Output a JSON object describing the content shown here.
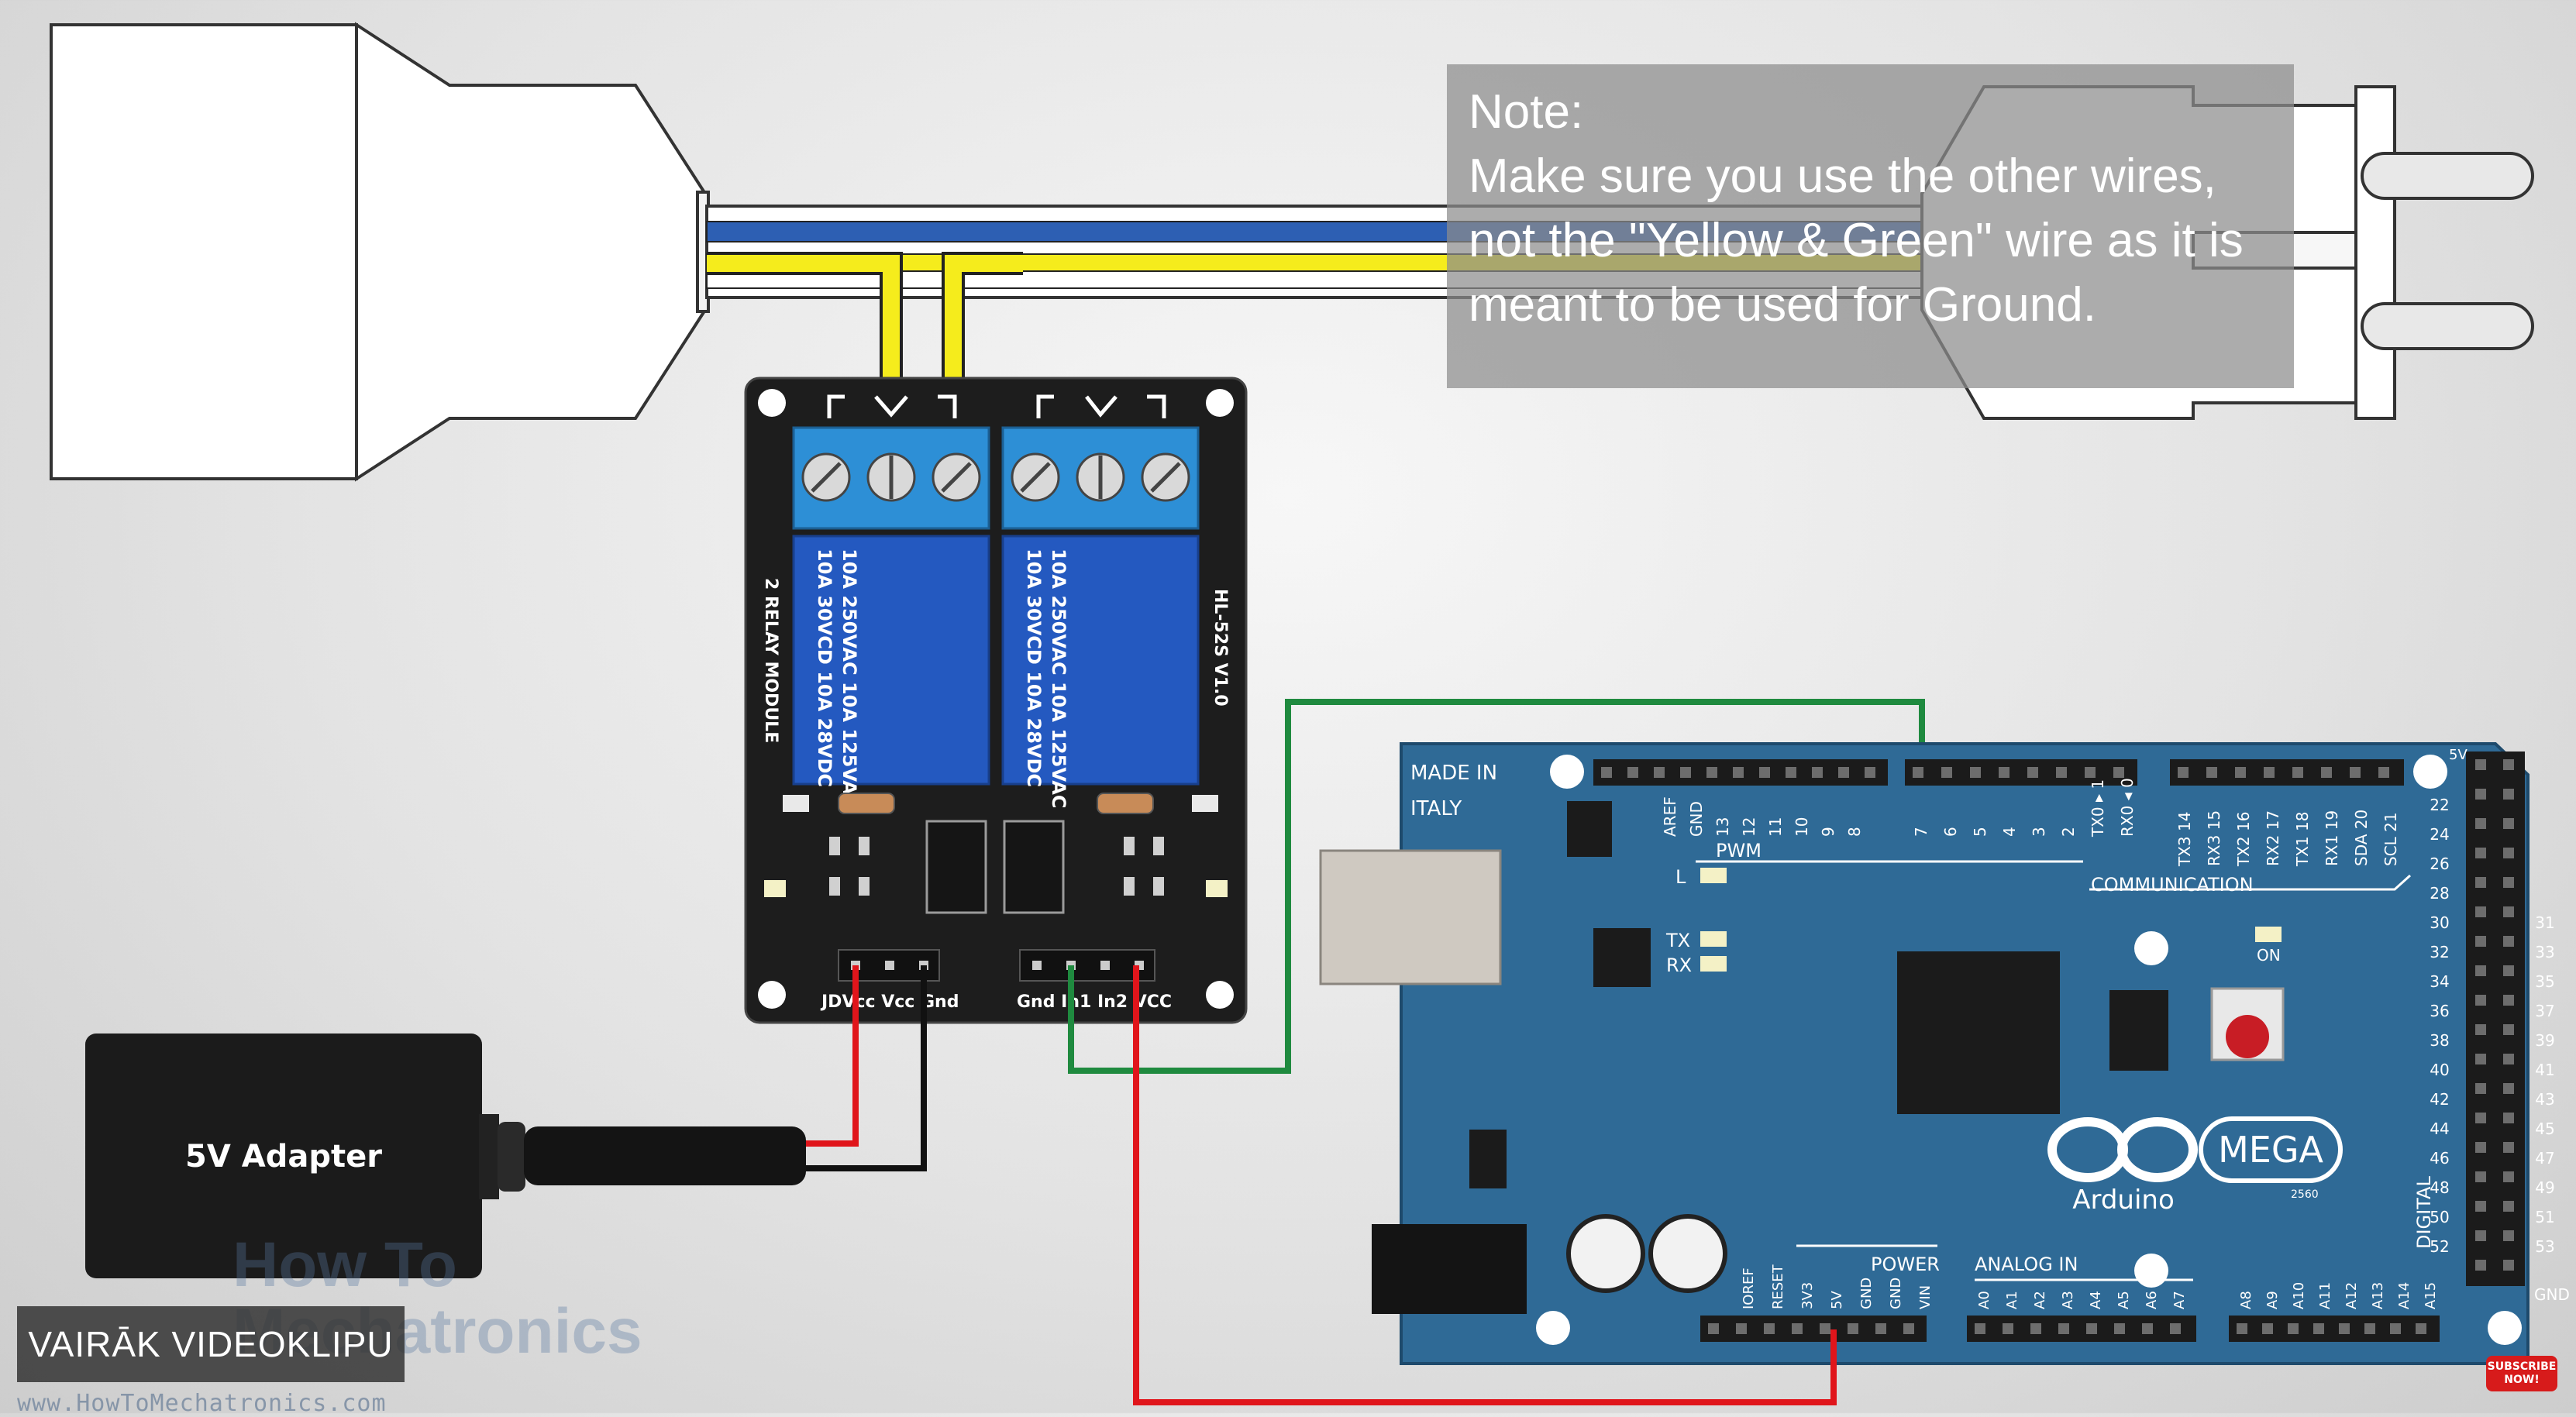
{
  "note": {
    "title": "Note:",
    "body": "Make sure you use the other wires, not the \"Yellow & Green\" wire as it is meant to be used for Ground."
  },
  "relay_module": {
    "side_label": "2 RELAY MODULE",
    "model": "HL-52S V1.0",
    "relay_rating_line1": "10A 250VAC  10A 125VAC",
    "relay_rating_line2": "10A  30VCD  10A  28VDC",
    "power_pins": "JDVcc Vcc Gnd",
    "signal_pins": "Gnd In1 In2 VCC"
  },
  "adapter": {
    "label": "5V Adapter"
  },
  "arduino": {
    "made_in": "MADE IN",
    "country": "ITALY",
    "pwm": "PWM",
    "communication": "COMMUNICATION",
    "power": "POWER",
    "analog_in": "ANALOG IN",
    "digital": "DIGITAL",
    "led_l": "L",
    "led_tx": "TX",
    "led_rx": "RX",
    "led_on": "ON",
    "brand": "Arduino",
    "model": "MEGA",
    "rev": "2560",
    "header_5v": "5V",
    "header_gnd": "GND",
    "top_pins_left": [
      "AREF",
      "GND",
      "13",
      "12",
      "11",
      "10",
      "9",
      "8"
    ],
    "top_pins_mid": [
      "7",
      "6",
      "5",
      "4",
      "3",
      "2",
      "TX0 ▸ 1",
      "RX0 ◂ 0"
    ],
    "top_pins_right": [
      "TX3 14",
      "RX3 15",
      "TX2 16",
      "RX2 17",
      "TX1 18",
      "RX1 19",
      "SDA 20",
      "SCL 21"
    ],
    "power_pins": [
      "IOREF",
      "RESET",
      "3V3",
      "5V",
      "GND",
      "GND",
      "VIN"
    ],
    "analog_pins_a": [
      "A0",
      "A1",
      "A2",
      "A3",
      "A4",
      "A5",
      "A6",
      "A7"
    ],
    "analog_pins_b": [
      "A8",
      "A9",
      "A10",
      "A11",
      "A12",
      "A13",
      "A14",
      "A15"
    ],
    "digital_left": [
      "22",
      "24",
      "26",
      "28",
      "30",
      "32",
      "34",
      "36",
      "38",
      "40",
      "42",
      "44",
      "46",
      "48",
      "50",
      "52"
    ],
    "digital_right": [
      "31",
      "33",
      "35",
      "37",
      "39",
      "41",
      "43",
      "45",
      "47",
      "49",
      "51",
      "53"
    ]
  },
  "overlay": {
    "more_videos": "VAIRĀK VIDEOKLIPU",
    "watermark_url": "www.HowToMechatronics.com",
    "watermark_brand": "How To",
    "watermark_brand2": "Mechatronics",
    "subscribe": "SUBSCRIBE NOW!"
  },
  "colors": {
    "board_blue": "#2f6a96",
    "relay_blue": "#2459c0",
    "wire_yellow": "#f5ec1c",
    "wire_blue": "#2d5fb3",
    "wire_green": "#1f8a3f",
    "wire_red": "#e0151b",
    "wire_black": "#111111"
  }
}
